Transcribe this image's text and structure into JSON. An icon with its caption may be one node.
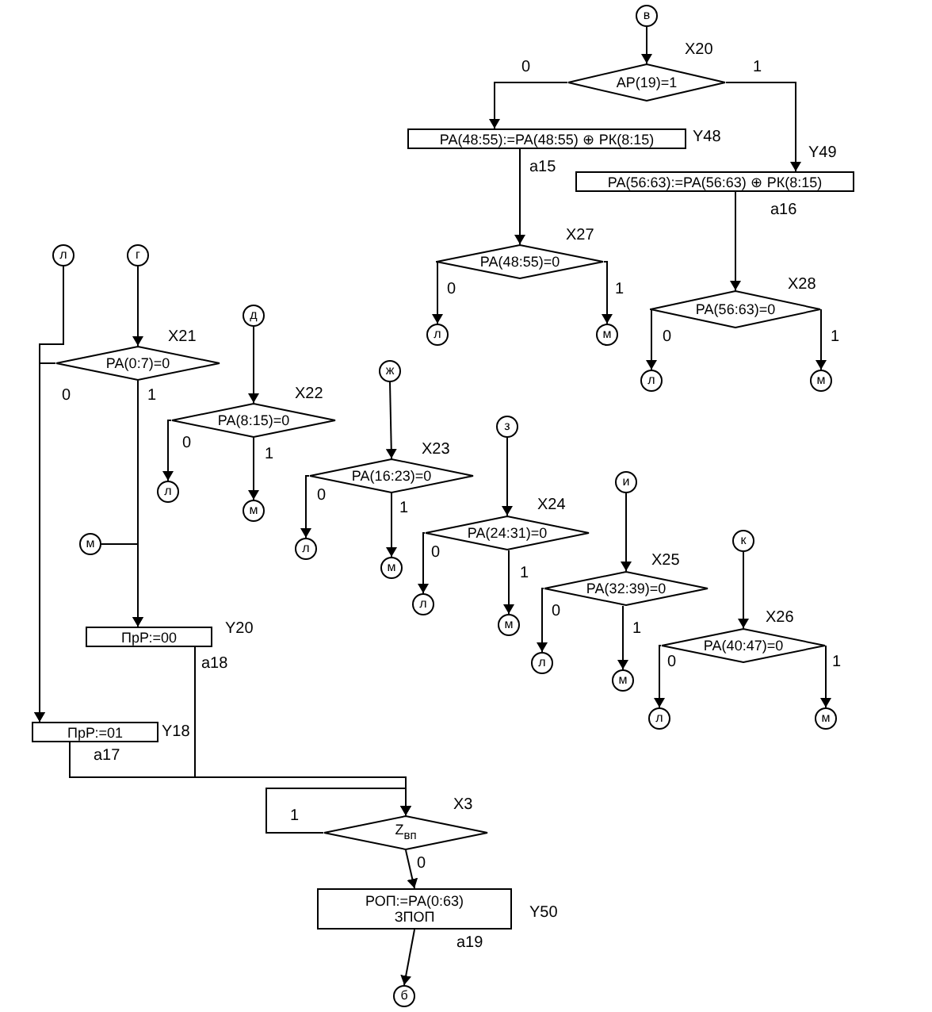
{
  "diagram": {
    "nodes": [
      {
        "text": [
          "в"
        ]
      },
      {
        "text": [
          "АР(19)=1"
        ],
        "beside": [
          "X20"
        ]
      },
      {
        "text": [
          "РА(48:55):=РА(48:55) ⊕ РК(8:15)"
        ],
        "beside": [
          "Y48"
        ]
      },
      {
        "text": [
          "РА(56:63):=РА(56:63) ⊕ РК(8:15)"
        ],
        "beside": [
          "Y49"
        ]
      },
      {
        "text": [
          "РА(48:55)=0"
        ],
        "beside": [
          "X27"
        ]
      },
      {
        "text": [
          "л"
        ]
      },
      {
        "text": [
          "м"
        ]
      },
      {
        "text": [
          "РА(56:63)=0"
        ],
        "beside": [
          "X28"
        ]
      },
      {
        "text": [
          "л"
        ]
      },
      {
        "text": [
          "м"
        ]
      },
      {
        "text": [
          "л"
        ]
      },
      {
        "text": [
          "г"
        ]
      },
      {
        "text": [
          "РА(0:7)=0"
        ],
        "beside": [
          "X21"
        ]
      },
      {
        "text": [
          "д"
        ]
      },
      {
        "text": [
          "РА(8:15)=0"
        ],
        "beside": [
          "X22"
        ]
      },
      {
        "text": [
          "л"
        ]
      },
      {
        "text": [
          "м"
        ]
      },
      {
        "text": [
          "ж"
        ]
      },
      {
        "text": [
          "РА(16:23)=0"
        ],
        "beside": [
          "X23"
        ]
      },
      {
        "text": [
          "л"
        ]
      },
      {
        "text": [
          "м"
        ]
      },
      {
        "text": [
          "з"
        ]
      },
      {
        "text": [
          "РА(24:31)=0"
        ],
        "beside": [
          "X24"
        ]
      },
      {
        "text": [
          "л"
        ]
      },
      {
        "text": [
          "м"
        ]
      },
      {
        "text": [
          "и"
        ]
      },
      {
        "text": [
          "РА(32:39)=0"
        ],
        "beside": [
          "X25"
        ]
      },
      {
        "text": [
          "л"
        ]
      },
      {
        "text": [
          "м"
        ]
      },
      {
        "text": [
          "к"
        ]
      },
      {
        "text": [
          "РА(40:47)=0"
        ],
        "beside": [
          "X26"
        ]
      },
      {
        "text": [
          "л"
        ]
      },
      {
        "text": [
          "м"
        ]
      },
      {
        "text": [
          "м"
        ]
      },
      {
        "text": [
          "ПрР:=00"
        ],
        "beside": [
          "Y20"
        ]
      },
      {
        "text": [
          "ПрР:=01"
        ],
        "beside": [
          "Y18"
        ]
      },
      {
        "text": [
          "Z$_{вп}$"
        ],
        "beside": [
          "X3"
        ]
      },
      {
        "text": [
          "РОП:=РА(0:63)",
          "ЗПОП"
        ],
        "beside": [
          "Y50"
        ]
      },
      {
        "text": [
          "б"
        ]
      }
    ],
    "edges": [
      {
        "from": 0,
        "to": 1,
        "arrow": "to"
      },
      {
        "from": 1,
        "to": 2,
        "arrow": "to",
        "label": "0"
      },
      {
        "from": 1,
        "to": 3,
        "arrow": "to",
        "label": "1"
      },
      {
        "from": 2,
        "to": 4,
        "arrow": "to",
        "label": "а15"
      },
      {
        "from": 3,
        "to": 7,
        "arrow": "to",
        "label": "а16"
      },
      {
        "from": 4,
        "to": 5,
        "arrow": "to",
        "label": "0"
      },
      {
        "from": 4,
        "to": 6,
        "arrow": "to",
        "label": "1"
      },
      {
        "from": 7,
        "to": 8,
        "arrow": "to",
        "label": "0"
      },
      {
        "from": 7,
        "to": 9,
        "arrow": "to",
        "label": "1"
      },
      {
        "from": 10,
        "to": 35,
        "arrow": "to"
      },
      {
        "from": 11,
        "to": 12,
        "arrow": "to"
      },
      {
        "from": 12,
        "to": 35,
        "arrow": "to",
        "label": "0"
      },
      {
        "from": 12,
        "to": 34,
        "arrow": "to",
        "label": "1"
      },
      {
        "from": 13,
        "to": 14,
        "arrow": "to"
      },
      {
        "from": 14,
        "to": 15,
        "arrow": "to",
        "label": "0"
      },
      {
        "from": 14,
        "to": 16,
        "arrow": "to",
        "label": "1"
      },
      {
        "from": 17,
        "to": 18,
        "arrow": "to"
      },
      {
        "from": 18,
        "to": 19,
        "arrow": "to",
        "label": "0"
      },
      {
        "from": 18,
        "to": 20,
        "arrow": "to",
        "label": "1"
      },
      {
        "from": 21,
        "to": 22,
        "arrow": "to"
      },
      {
        "from": 22,
        "to": 23,
        "arrow": "to",
        "label": "0"
      },
      {
        "from": 22,
        "to": 24,
        "arrow": "to",
        "label": "1"
      },
      {
        "from": 25,
        "to": 26,
        "arrow": "to"
      },
      {
        "from": 26,
        "to": 27,
        "arrow": "to",
        "label": "0"
      },
      {
        "from": 26,
        "to": 28,
        "arrow": "to",
        "label": "1"
      },
      {
        "from": 29,
        "to": 30,
        "arrow": "to"
      },
      {
        "from": 30,
        "to": 31,
        "arrow": "to",
        "label": "0"
      },
      {
        "from": 30,
        "to": 32,
        "arrow": "to",
        "label": "1"
      },
      {
        "from": 33,
        "to": 34,
        "arrow": "to"
      },
      {
        "from": 34,
        "to": 36,
        "arrow": "to",
        "label": "а18"
      },
      {
        "from": 35,
        "to": 36,
        "arrow": "to",
        "label": "а17"
      },
      {
        "from": 36,
        "to": 36,
        "arrow": "to",
        "label": "1"
      },
      {
        "from": 36,
        "to": 37,
        "arrow": "to",
        "label": "0"
      },
      {
        "from": 37,
        "to": 38,
        "arrow": "to",
        "label": "а19"
      }
    ]
  }
}
